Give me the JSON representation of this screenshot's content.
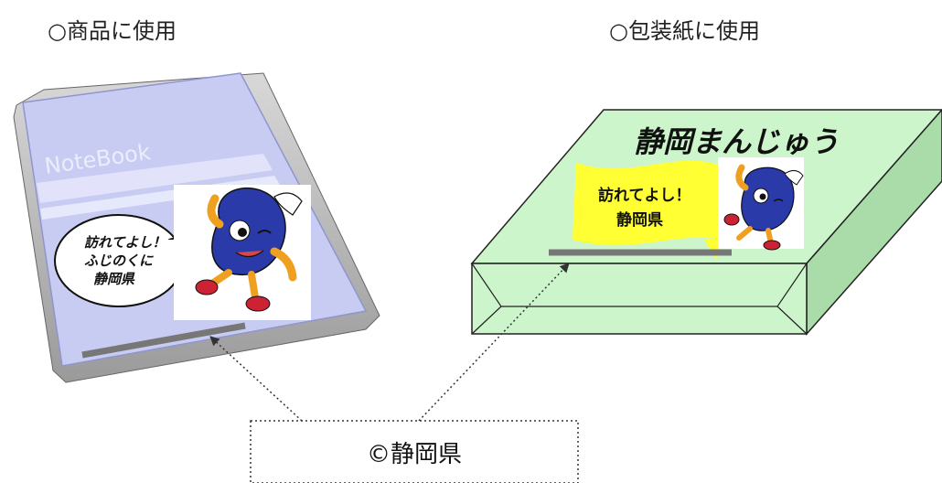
{
  "headings": {
    "product_use": "○商品に使用",
    "wrapping_use": "○包装紙に使用"
  },
  "notebook": {
    "cover_title": "NoteBook",
    "speech_bubble": [
      "訪れてよし！",
      "ふじのくに",
      "静岡県"
    ]
  },
  "package": {
    "title": "静岡まんじゅう",
    "flag_text": [
      "訪れてよし！",
      "静岡県"
    ]
  },
  "copyright_box": {
    "text": "©静岡県"
  },
  "colors": {
    "notebook_cover": "#c8ccf2",
    "package_top": "#ccf5cc",
    "flag_yellow": "#ffff33",
    "mascot_blue": "#2a3aa8",
    "copyright_bar": "#777777"
  }
}
